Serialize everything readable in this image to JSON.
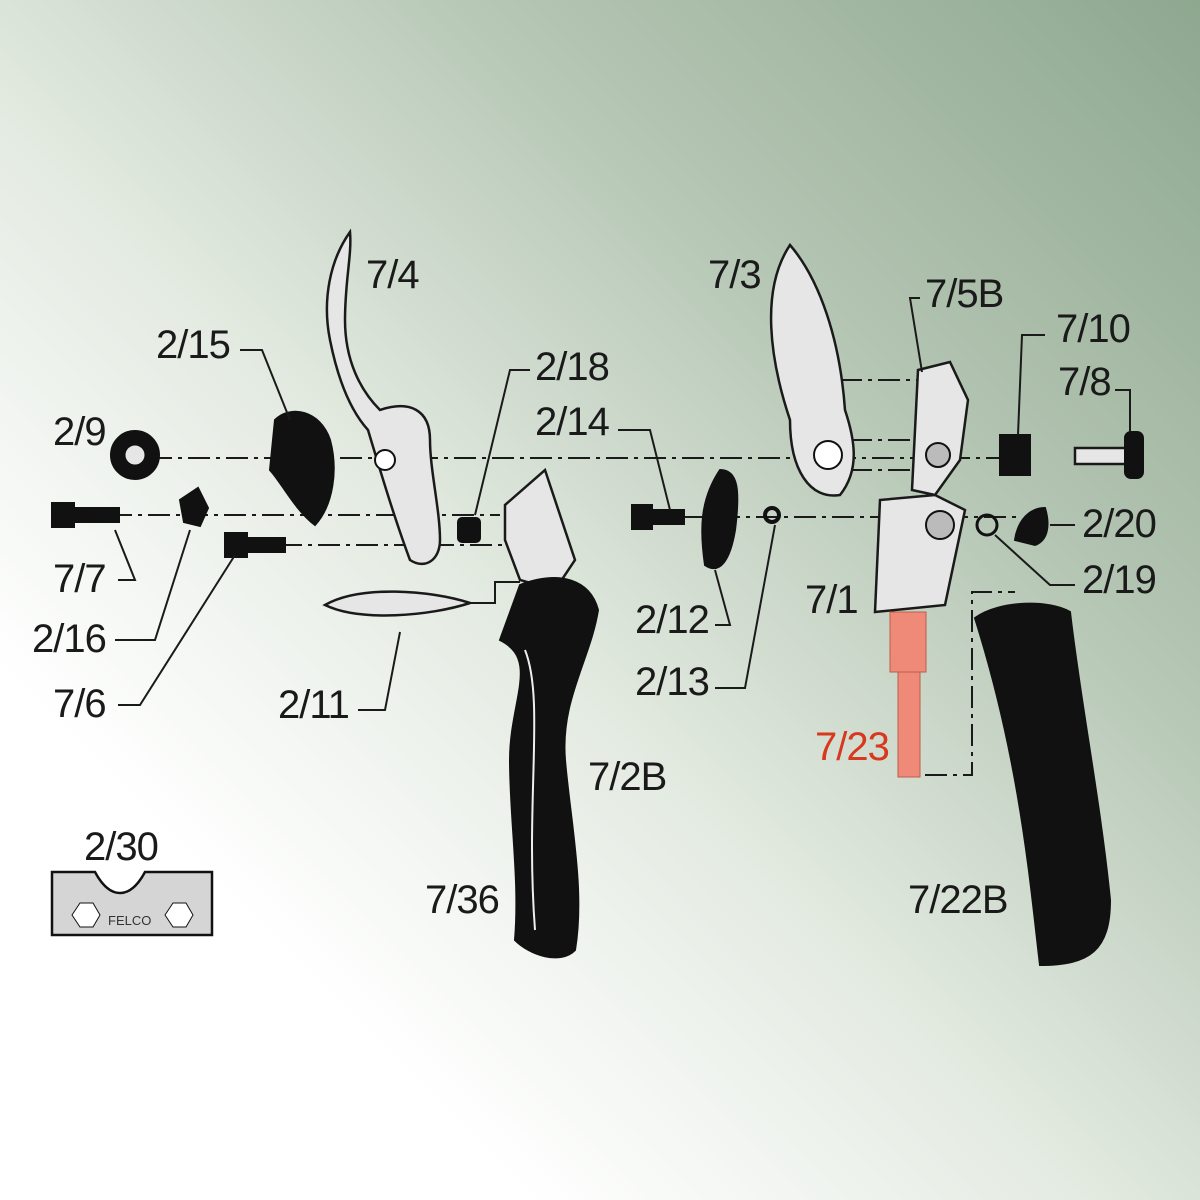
{
  "labels": {
    "p7_4": "7/4",
    "p2_15": "2/15",
    "p2_9": "2/9",
    "p7_7": "7/7",
    "p2_16": "2/16",
    "p7_6": "7/6",
    "p2_18": "2/18",
    "p2_14": "2/14",
    "p2_11": "2/11",
    "p2_12": "2/12",
    "p2_13": "2/13",
    "p7_2B": "7/2B",
    "p7_36": "7/36",
    "p2_30": "2/30",
    "p7_3": "7/3",
    "p7_5B": "7/5B",
    "p7_10": "7/10",
    "p7_8": "7/8",
    "p2_20": "2/20",
    "p2_19": "2/19",
    "p7_1": "7/1",
    "p7_23": "7/23",
    "p7_22B": "7/22B"
  },
  "logo": "FELCO",
  "colors": {
    "highlight": "#d8381e",
    "highlight_part": "#f08a78",
    "background_top_right": "#8ea78f",
    "background_bottom_left": "#ffffff"
  }
}
